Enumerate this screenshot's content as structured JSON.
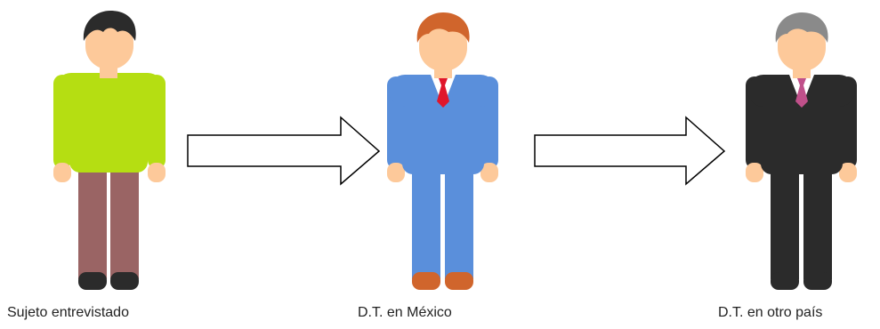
{
  "figures": [
    {
      "label": "Sujeto entrevistado",
      "colors": {
        "skin": "#FDC99A",
        "hair": "#2B2B2B",
        "shirt": "#B5DE12",
        "pants": "#9A6464",
        "shoes": "#2B2B2B"
      }
    },
    {
      "label": "D.T. en México",
      "colors": {
        "skin": "#FDC99A",
        "hair": "#D0652C",
        "suit": "#5A8FDB",
        "shirt": "#FFFFFF",
        "tie": "#E0162B",
        "shoes": "#D0652C"
      }
    },
    {
      "label": "D.T. en otro país",
      "colors": {
        "skin": "#FDC99A",
        "hair": "#8A8A8A",
        "suit": "#2B2B2B",
        "shirt": "#FFFFFF",
        "tie": "#C0508A",
        "shoes": "#2B2B2B"
      }
    }
  ],
  "arrows": [
    {
      "from": "Sujeto entrevistado",
      "to": "D.T. en México"
    },
    {
      "from": "D.T. en México",
      "to": "D.T. en otro país"
    }
  ]
}
